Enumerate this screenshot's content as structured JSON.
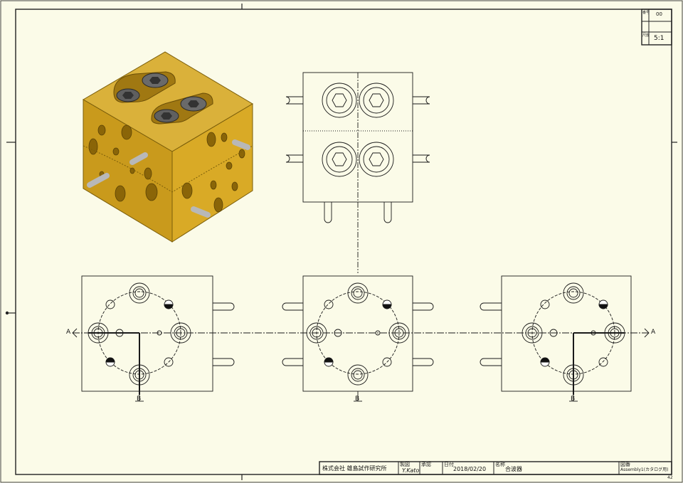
{
  "title_block": {
    "company": "株式会社 雄島試作研究所",
    "drawn_label": "製図",
    "drawn_by": "Y.Kato",
    "checked_label": "承認",
    "date_label": "日付",
    "date": "2018/02/20",
    "name_label": "名称",
    "part_name": "合波器",
    "file_label": "図番",
    "file_name": "Assembly1(カタログ用)",
    "sheet_id": "42"
  },
  "revision_box": {
    "rows": [
      {
        "label": "番号",
        "value": "00"
      },
      {
        "label": "尺度",
        "value": "5:1"
      }
    ]
  },
  "section_labels": {
    "a_left": "A",
    "a_right": "A",
    "b1": "B",
    "b2": "B",
    "b3": "B"
  },
  "colors": {
    "paper": "#fbfbe8",
    "line": "#1a1a1a",
    "part_body": "#d6a82a",
    "part_dark": "#a98014",
    "screw": "#6d6d6d"
  },
  "icons": [
    "hex-socket-screw-icon",
    "dowel-pin-icon"
  ]
}
